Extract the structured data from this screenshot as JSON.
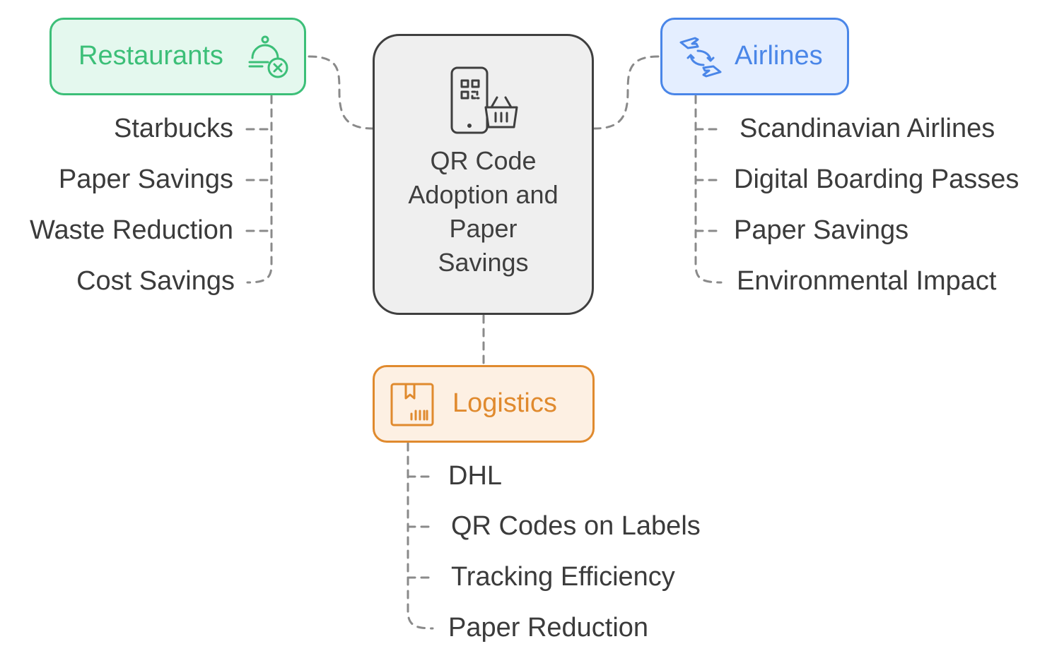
{
  "center": {
    "title": "QR Code Adoption and Paper Savings",
    "icon": "qr-phone-basket-icon"
  },
  "branches": {
    "restaurants": {
      "label": "Restaurants",
      "icon": "food-cloche-cancel-icon",
      "color": "#3cbf78",
      "fill": "#e4f8ee",
      "items": [
        "Starbucks",
        "Paper Savings",
        "Waste Reduction",
        "Cost Savings"
      ]
    },
    "airlines": {
      "label": "Airlines",
      "icon": "plane-exchange-icon",
      "color": "#4a86e8",
      "fill": "#e4eeff",
      "items": [
        "Scandinavian Airlines",
        "Digital Boarding Passes",
        "Paper Savings",
        "Environmental Impact"
      ]
    },
    "logistics": {
      "label": "Logistics",
      "icon": "package-barcode-icon",
      "color": "#e08a2e",
      "fill": "#fdf0e3",
      "items": [
        "DHL",
        "QR Codes on Labels",
        "Tracking Efficiency",
        "Paper Reduction"
      ]
    }
  },
  "connector_color": "#8a8a8a"
}
